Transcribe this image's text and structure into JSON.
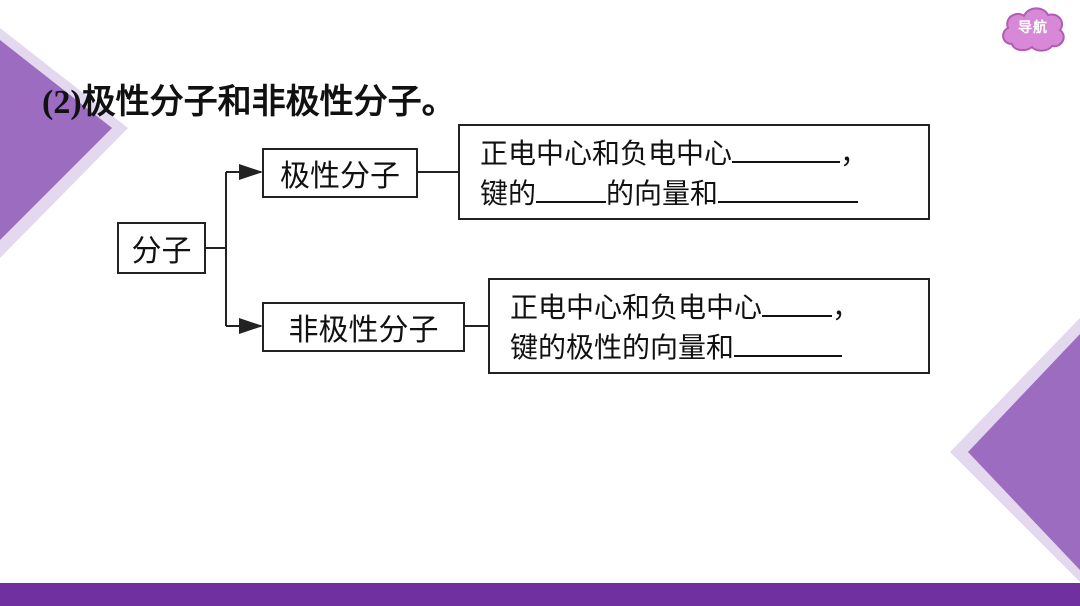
{
  "nav": {
    "label": "导航"
  },
  "heading": {
    "number": "(2)",
    "text": "极性分子和非极性分子。"
  },
  "diagram": {
    "root": "分子",
    "polar": {
      "label": "极性分子",
      "line1": "正电中心和负电中心",
      "line1_end": "，",
      "line2_a": "键的",
      "line2_b": "的向量和"
    },
    "nonpolar": {
      "label": "非极性分子",
      "line1": "正电中心和负电中心",
      "line1_end": "，",
      "line2_a": "键的极性的向量和"
    }
  },
  "colors": {
    "accent": "#7030a0",
    "light_accent": "#c9b3dd",
    "nav_badge": "#d789d8"
  }
}
